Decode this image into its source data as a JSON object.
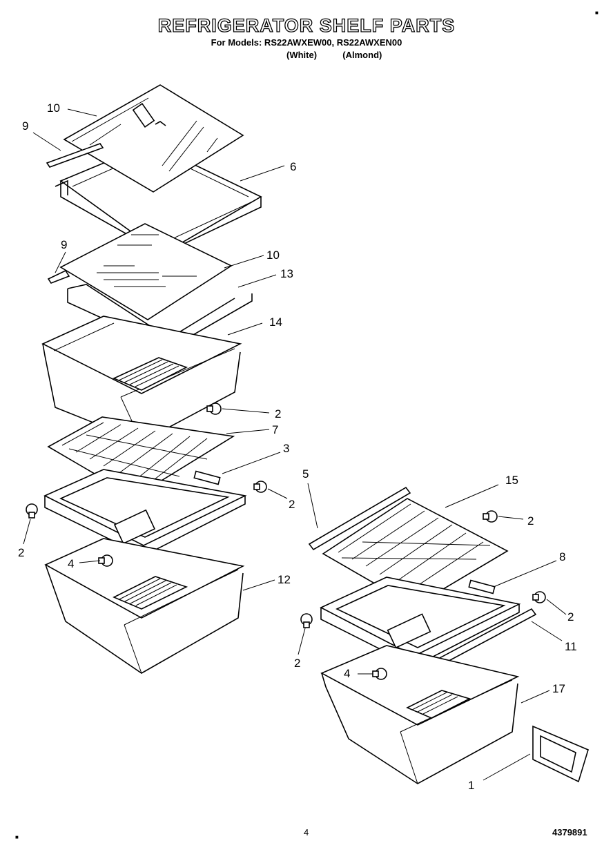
{
  "header": {
    "title": "REFRIGERATOR SHELF PARTS",
    "models_line": "For Models: RS22AWXEW00, RS22AWXEN00",
    "color_white": "(White)",
    "color_almond": "(Almond)"
  },
  "callouts": {
    "c10a": "10",
    "c9a": "9",
    "c6": "6",
    "c9b": "9",
    "c10b": "10",
    "c13": "13",
    "c14": "14",
    "c2a": "2",
    "c7": "7",
    "c3": "3",
    "c2b": "2",
    "c2c": "2",
    "c4a": "4",
    "c12": "12",
    "c5": "5",
    "c15": "15",
    "c2d": "2",
    "c8": "8",
    "c2e": "2",
    "c11": "11",
    "c2f": "2",
    "c4b": "4",
    "c17": "17",
    "c1": "1"
  },
  "footer": {
    "page_number": "4",
    "document_number": "4379891"
  }
}
